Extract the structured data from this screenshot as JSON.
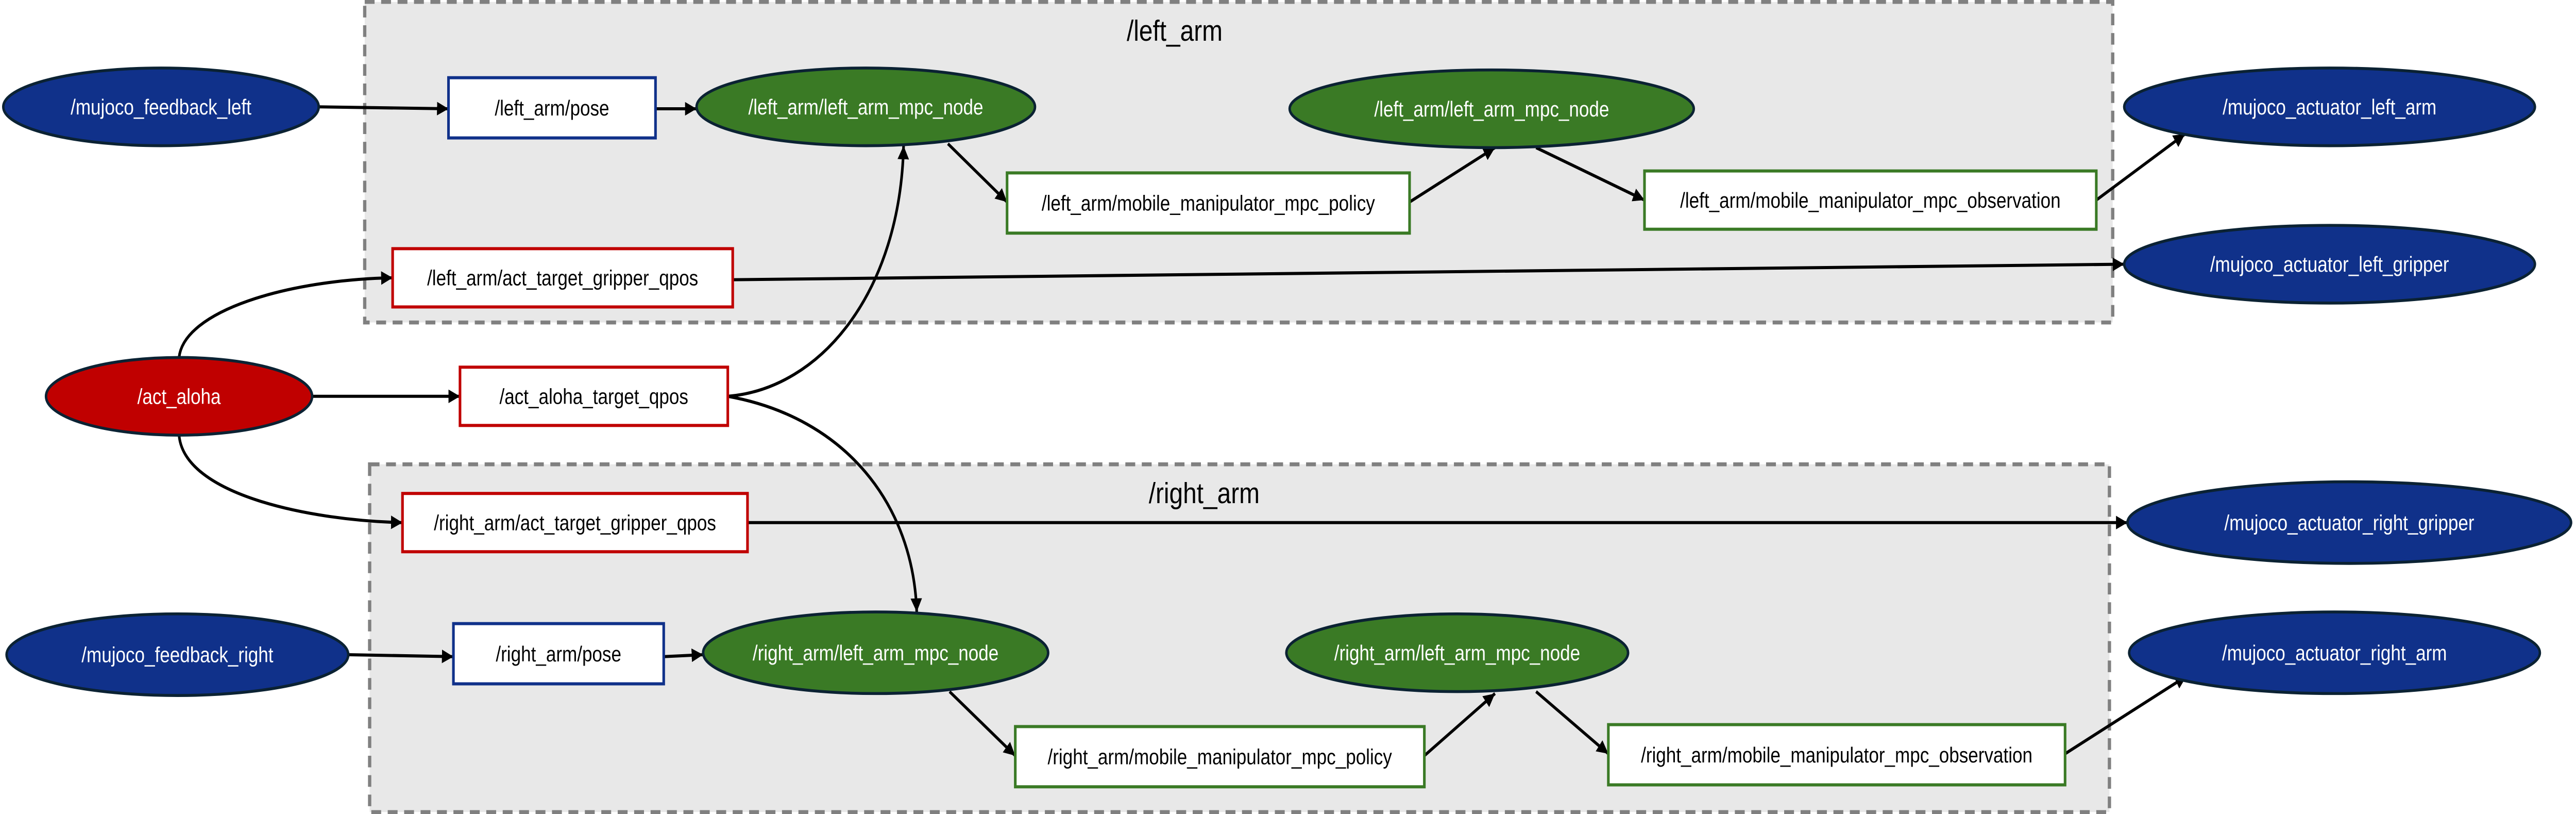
{
  "colors": {
    "topic_node_blue": "#10318a",
    "ros_node_green": "#3a7a25",
    "act_red": "#c00000",
    "node_outline": "#0b2233",
    "cluster_fill": "#e8e8e8",
    "cluster_border": "#808080",
    "edge": "#000000"
  },
  "clusters": [
    {
      "id": "left_arm",
      "label": "/left_arm"
    },
    {
      "id": "right_arm",
      "label": "/right_arm"
    }
  ],
  "nodes": [
    {
      "id": "fb_left",
      "label": "/mujoco_feedback_left",
      "shape": "ellipse",
      "color": "blue"
    },
    {
      "id": "l_pose",
      "label": "/left_arm/pose",
      "shape": "box",
      "color": "blue"
    },
    {
      "id": "l_mpc1",
      "label": "/left_arm/left_arm_mpc_node",
      "shape": "ellipse",
      "color": "green"
    },
    {
      "id": "l_policy",
      "label": "/left_arm/mobile_manipulator_mpc_policy",
      "shape": "box",
      "color": "green"
    },
    {
      "id": "l_mpc2",
      "label": "/left_arm/left_arm_mpc_node",
      "shape": "ellipse",
      "color": "green"
    },
    {
      "id": "l_obs",
      "label": "/left_arm/mobile_manipulator_mpc_observation",
      "shape": "box",
      "color": "green"
    },
    {
      "id": "act_left_arm",
      "label": "/mujoco_actuator_left_arm",
      "shape": "ellipse",
      "color": "blue"
    },
    {
      "id": "l_grip",
      "label": "/left_arm/act_target_gripper_qpos",
      "shape": "box",
      "color": "red"
    },
    {
      "id": "act_left_grip",
      "label": "/mujoco_actuator_left_gripper",
      "shape": "ellipse",
      "color": "blue"
    },
    {
      "id": "act_aloha",
      "label": "/act_aloha",
      "shape": "ellipse",
      "color": "red"
    },
    {
      "id": "aloha_qpos",
      "label": "/act_aloha_target_qpos",
      "shape": "box",
      "color": "red"
    },
    {
      "id": "r_grip",
      "label": "/right_arm/act_target_gripper_qpos",
      "shape": "box",
      "color": "red"
    },
    {
      "id": "act_right_grip",
      "label": "/mujoco_actuator_right_gripper",
      "shape": "ellipse",
      "color": "blue"
    },
    {
      "id": "fb_right",
      "label": "/mujoco_feedback_right",
      "shape": "ellipse",
      "color": "blue"
    },
    {
      "id": "r_pose",
      "label": "/right_arm/pose",
      "shape": "box",
      "color": "blue"
    },
    {
      "id": "r_mpc1",
      "label": "/right_arm/left_arm_mpc_node",
      "shape": "ellipse",
      "color": "green"
    },
    {
      "id": "r_policy",
      "label": "/right_arm/mobile_manipulator_mpc_policy",
      "shape": "box",
      "color": "green"
    },
    {
      "id": "r_mpc2",
      "label": "/right_arm/left_arm_mpc_node",
      "shape": "ellipse",
      "color": "green"
    },
    {
      "id": "r_obs",
      "label": "/right_arm/mobile_manipulator_mpc_observation",
      "shape": "box",
      "color": "green"
    },
    {
      "id": "act_right_arm",
      "label": "/mujoco_actuator_right_arm",
      "shape": "ellipse",
      "color": "blue"
    }
  ],
  "edges": [
    {
      "from": "fb_left",
      "to": "l_pose"
    },
    {
      "from": "l_pose",
      "to": "l_mpc1"
    },
    {
      "from": "l_mpc1",
      "to": "l_policy"
    },
    {
      "from": "l_policy",
      "to": "l_mpc2"
    },
    {
      "from": "l_mpc2",
      "to": "l_obs"
    },
    {
      "from": "l_obs",
      "to": "act_left_arm"
    },
    {
      "from": "l_grip",
      "to": "act_left_grip"
    },
    {
      "from": "act_aloha",
      "to": "l_grip"
    },
    {
      "from": "act_aloha",
      "to": "aloha_qpos"
    },
    {
      "from": "act_aloha",
      "to": "r_grip"
    },
    {
      "from": "aloha_qpos",
      "to": "l_mpc1"
    },
    {
      "from": "aloha_qpos",
      "to": "r_mpc1"
    },
    {
      "from": "r_grip",
      "to": "act_right_grip"
    },
    {
      "from": "fb_right",
      "to": "r_pose"
    },
    {
      "from": "r_pose",
      "to": "r_mpc1"
    },
    {
      "from": "r_mpc1",
      "to": "r_policy"
    },
    {
      "from": "r_policy",
      "to": "r_mpc2"
    },
    {
      "from": "r_mpc2",
      "to": "r_obs"
    },
    {
      "from": "r_obs",
      "to": "act_right_arm"
    }
  ]
}
